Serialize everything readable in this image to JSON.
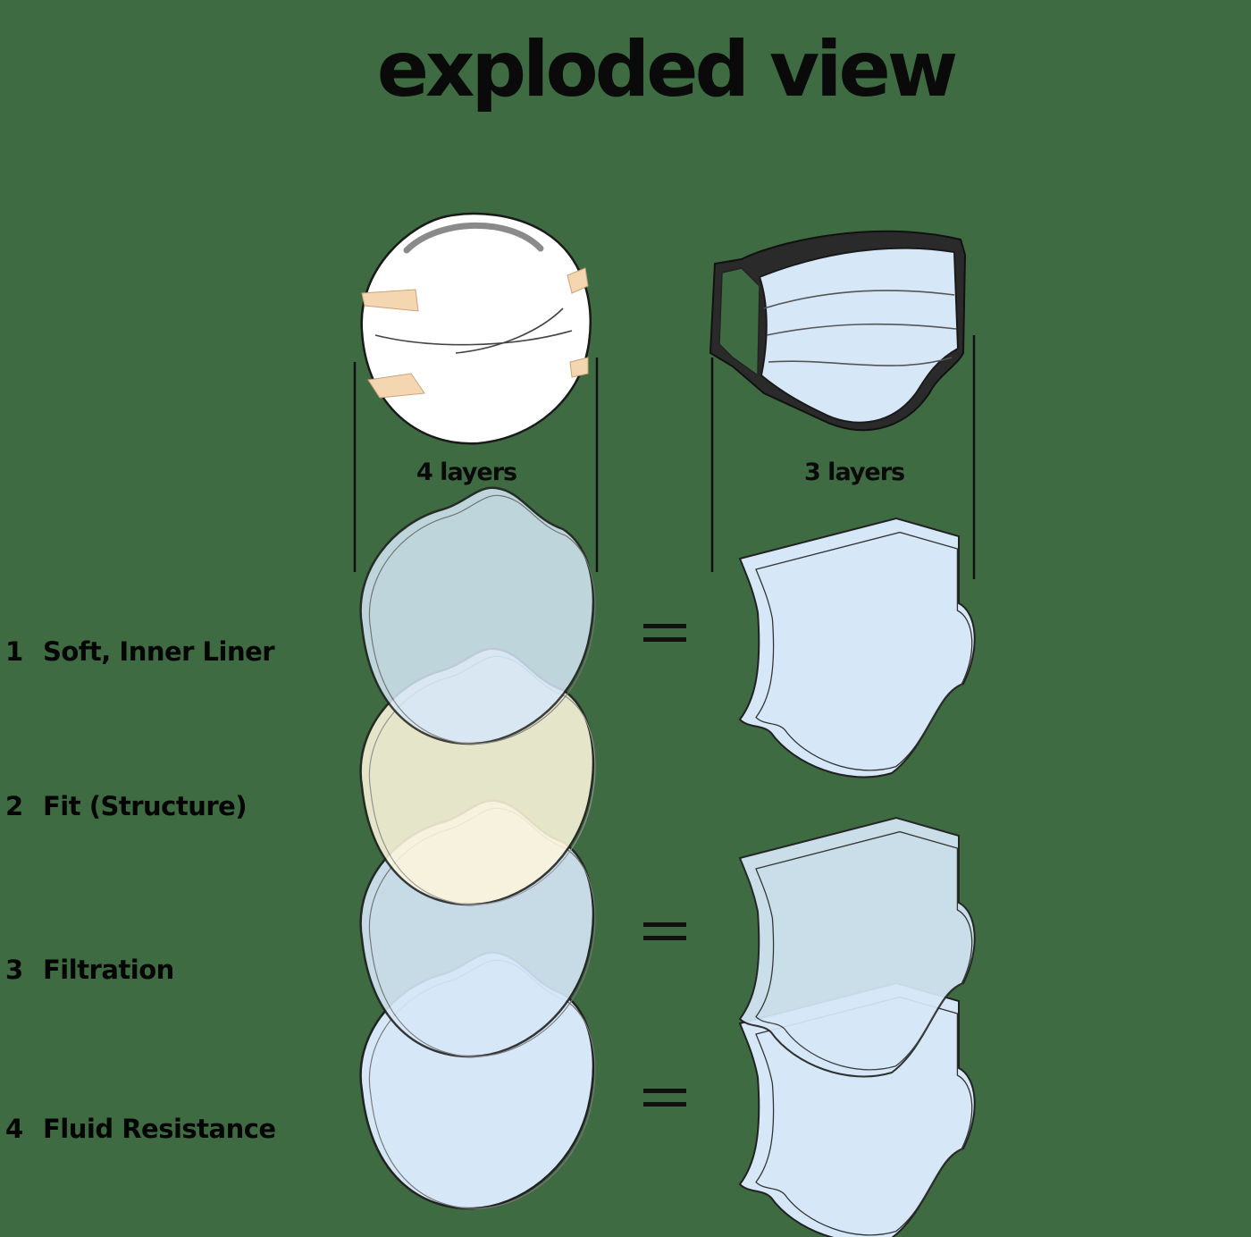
{
  "title": "exploded view",
  "columns": {
    "respirator": {
      "layer_count_label": "4 layers"
    },
    "surgical_mask": {
      "layer_count_label": "3 layers"
    }
  },
  "layers": [
    {
      "number": "1",
      "name": "Soft, Inner Liner"
    },
    {
      "number": "2",
      "name": "Fit (Structure)"
    },
    {
      "number": "3",
      "name": "Filtration"
    },
    {
      "number": "4",
      "name": "Fluid Resistance"
    }
  ],
  "colors": {
    "background": "#3f6b42",
    "layer_blue": "#d6e8f8",
    "fit_layer_yellow": "#fdf6dc",
    "respirator_white": "#ffffff",
    "strap_tan": "#f4d6b0",
    "outline": "#1a1a1a"
  }
}
